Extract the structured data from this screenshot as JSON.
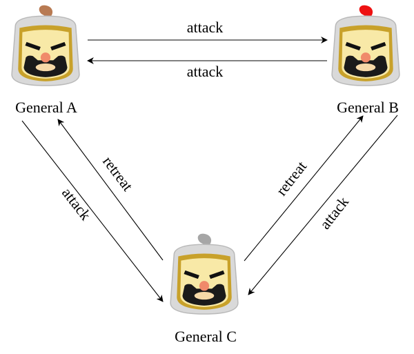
{
  "generals": [
    {
      "id": "A",
      "name": "General A",
      "plume": "#b87a52"
    },
    {
      "id": "B",
      "name": "General B",
      "plume": "#ee1111"
    },
    {
      "id": "C",
      "name": "General C",
      "plume": "#a6a6a6"
    }
  ],
  "messages": [
    {
      "from": "A",
      "to": "B",
      "label": "attack"
    },
    {
      "from": "B",
      "to": "A",
      "label": "attack"
    },
    {
      "from": "A",
      "to": "C",
      "label": "attack"
    },
    {
      "from": "C",
      "to": "A",
      "label": "retreat"
    },
    {
      "from": "C",
      "to": "B",
      "label": "retreat"
    },
    {
      "from": "B",
      "to": "C",
      "label": "attack"
    }
  ],
  "colors": {
    "helmet": "#d9d9d9",
    "helmet_band": "#c8a12a",
    "face": "#f8e9a7",
    "nose": "#f08a6a",
    "beard": "#1a1a1a"
  }
}
